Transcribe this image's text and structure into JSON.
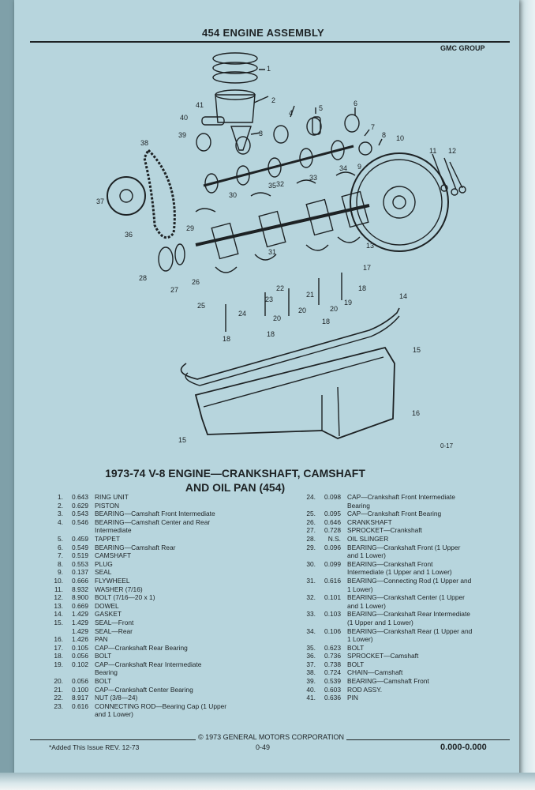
{
  "header": {
    "title": "454 ENGINE ASSEMBLY",
    "group": "GMC GROUP"
  },
  "figure": {
    "id": "0-17",
    "title_line1": "1973-74 V-8 ENGINE—CRANKSHAFT, CAMSHAFT",
    "title_line2": "AND OIL PAN (454)",
    "callouts": [
      "1",
      "2",
      "3",
      "4",
      "5",
      "6",
      "7",
      "8",
      "9",
      "10",
      "11",
      "12",
      "13",
      "14",
      "15",
      "15",
      "16",
      "17",
      "18",
      "18",
      "18",
      "18",
      "19",
      "20",
      "20",
      "20",
      "21",
      "22",
      "23",
      "24",
      "25",
      "26",
      "27",
      "28",
      "29",
      "30",
      "31",
      "32",
      "33",
      "34",
      "35",
      "36",
      "37",
      "38",
      "39",
      "40",
      "41"
    ]
  },
  "parts_left": [
    {
      "n": "1.",
      "code": "0.643",
      "desc": "RING UNIT"
    },
    {
      "n": "2.",
      "code": "0.629",
      "desc": "PISTON"
    },
    {
      "n": "3.",
      "code": "0.543",
      "desc": "BEARING—Camshaft Front Intermediate"
    },
    {
      "n": "4.",
      "code": "0.546",
      "desc": "BEARING—Camshaft Center and Rear"
    },
    {
      "n": "",
      "code": "",
      "desc": "Intermediate"
    },
    {
      "n": "5.",
      "code": "0.459",
      "desc": "TAPPET"
    },
    {
      "n": "6.",
      "code": "0.549",
      "desc": "BEARING—Camshaft Rear"
    },
    {
      "n": "7.",
      "code": "0.519",
      "desc": "CAMSHAFT"
    },
    {
      "n": "8.",
      "code": "0.553",
      "desc": "PLUG"
    },
    {
      "n": "9.",
      "code": "0.137",
      "desc": "SEAL"
    },
    {
      "n": "10.",
      "code": "0.666",
      "desc": "FLYWHEEL"
    },
    {
      "n": "11.",
      "code": "8.932",
      "desc": "WASHER (7/16)"
    },
    {
      "n": "12.",
      "code": "8.900",
      "desc": "BOLT (7/16—20 x 1)"
    },
    {
      "n": "13.",
      "code": "0.669",
      "desc": "DOWEL"
    },
    {
      "n": "14.",
      "code": "1.429",
      "desc": "GASKET"
    },
    {
      "n": "15.",
      "code": "1.429",
      "desc": "SEAL—Front"
    },
    {
      "n": "",
      "code": "1.429",
      "desc": "SEAL—Rear"
    },
    {
      "n": "16.",
      "code": "1.426",
      "desc": "PAN"
    },
    {
      "n": "17.",
      "code": "0.105",
      "desc": "CAP—Crankshaft Rear Bearing"
    },
    {
      "n": "18.",
      "code": "0.056",
      "desc": "BOLT"
    },
    {
      "n": "19.",
      "code": "0.102",
      "desc": "CAP—Crankshaft Rear Intermediate"
    },
    {
      "n": "",
      "code": "",
      "desc": "Bearing"
    },
    {
      "n": "20.",
      "code": "0.056",
      "desc": "BOLT"
    },
    {
      "n": "21.",
      "code": "0.100",
      "desc": "CAP—Crankshaft Center Bearing"
    },
    {
      "n": "22.",
      "code": "8.917",
      "desc": "NUT (3/8—24)"
    },
    {
      "n": "23.",
      "code": "0.616",
      "desc": "CONNECTING ROD—Bearing Cap (1 Upper"
    },
    {
      "n": "",
      "code": "",
      "desc": "and 1 Lower)"
    }
  ],
  "parts_right": [
    {
      "n": "24.",
      "code": "0.098",
      "desc": "CAP—Crankshaft Front Intermediate"
    },
    {
      "n": "",
      "code": "",
      "desc": "Bearing"
    },
    {
      "n": "25.",
      "code": "0.095",
      "desc": "CAP—Crankshaft Front Bearing"
    },
    {
      "n": "26.",
      "code": "0.646",
      "desc": "CRANKSHAFT"
    },
    {
      "n": "27.",
      "code": "0.728",
      "desc": "SPROCKET—Crankshaft"
    },
    {
      "n": "28.",
      "code": "N.S.",
      "desc": "OIL SLINGER"
    },
    {
      "n": "29.",
      "code": "0.096",
      "desc": "BEARING—Crankshaft Front (1 Upper"
    },
    {
      "n": "",
      "code": "",
      "desc": "and 1 Lower)"
    },
    {
      "n": "30.",
      "code": "0.099",
      "desc": "BEARING—Crankshaft Front"
    },
    {
      "n": "",
      "code": "",
      "desc": "Intermediate (1 Upper and 1 Lower)"
    },
    {
      "n": "31.",
      "code": "0.616",
      "desc": "BEARING—Connecting Rod (1 Upper and"
    },
    {
      "n": "",
      "code": "",
      "desc": "1 Lower)"
    },
    {
      "n": "32.",
      "code": "0.101",
      "desc": "BEARING—Crankshaft Center (1 Upper"
    },
    {
      "n": "",
      "code": "",
      "desc": "and 1 Lower)"
    },
    {
      "n": "33.",
      "code": "0.103",
      "desc": "BEARING—Crankshaft Rear Intermediate"
    },
    {
      "n": "",
      "code": "",
      "desc": "(1 Upper and 1 Lower)"
    },
    {
      "n": "34.",
      "code": "0.106",
      "desc": "BEARING—Crankshaft Rear (1 Upper and"
    },
    {
      "n": "",
      "code": "",
      "desc": "1 Lower)"
    },
    {
      "n": "35.",
      "code": "0.623",
      "desc": "BOLT"
    },
    {
      "n": "36.",
      "code": "0.736",
      "desc": "SPROCKET—Camshaft"
    },
    {
      "n": "37.",
      "code": "0.738",
      "desc": "BOLT"
    },
    {
      "n": "38.",
      "code": "0.724",
      "desc": "CHAIN—Camshaft"
    },
    {
      "n": "39.",
      "code": "0.539",
      "desc": "BEARING—Camshaft Front"
    },
    {
      "n": "40.",
      "code": "0.603",
      "desc": "ROD ASSY."
    },
    {
      "n": "41.",
      "code": "0.636",
      "desc": "PIN"
    }
  ],
  "footer": {
    "copyright": "© 1973 GENERAL MOTORS CORPORATION",
    "added_note": "*Added This Issue REV. 12-73",
    "page": "0-49",
    "range": "0.000-0.000"
  }
}
